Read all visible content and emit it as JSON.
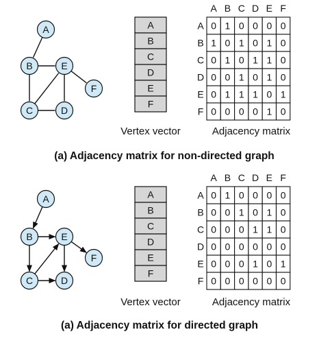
{
  "colors": {
    "node_fill": "#cfe9f6",
    "stroke": "#111111",
    "vector_fill": "#d6d6d6"
  },
  "sections": [
    {
      "caption": "(a) Adjacency matrix for non-directed graph",
      "directed": false,
      "graph": {
        "nodes": [
          "A",
          "B",
          "C",
          "D",
          "E",
          "F"
        ],
        "edges": [
          [
            "A",
            "B"
          ],
          [
            "B",
            "E"
          ],
          [
            "B",
            "C"
          ],
          [
            "C",
            "E"
          ],
          [
            "C",
            "D"
          ],
          [
            "E",
            "D"
          ],
          [
            "E",
            "F"
          ]
        ]
      },
      "vertex_vector": {
        "label": "Vertex vector",
        "items": [
          "A",
          "B",
          "C",
          "D",
          "E",
          "F"
        ]
      },
      "matrix": {
        "label": "Adjacency matrix",
        "col_headers": [
          "A",
          "B",
          "C",
          "D",
          "E",
          "F"
        ],
        "row_headers": [
          "A",
          "B",
          "C",
          "D",
          "E",
          "F"
        ],
        "rows": [
          [
            "0",
            "1",
            "0",
            "0",
            "0",
            "0"
          ],
          [
            "1",
            "0",
            "1",
            "0",
            "1",
            "0"
          ],
          [
            "0",
            "1",
            "0",
            "1",
            "1",
            "0"
          ],
          [
            "0",
            "0",
            "1",
            "0",
            "1",
            "0"
          ],
          [
            "0",
            "1",
            "1",
            "1",
            "0",
            "1"
          ],
          [
            "0",
            "0",
            "0",
            "0",
            "1",
            "0"
          ]
        ]
      }
    },
    {
      "caption": "(a) Adjacency matrix for directed graph",
      "directed": true,
      "graph": {
        "nodes": [
          "A",
          "B",
          "C",
          "D",
          "E",
          "F"
        ],
        "edges": [
          [
            "A",
            "B"
          ],
          [
            "B",
            "E"
          ],
          [
            "B",
            "C"
          ],
          [
            "C",
            "E"
          ],
          [
            "C",
            "D"
          ],
          [
            "E",
            "D"
          ],
          [
            "E",
            "F"
          ]
        ]
      },
      "vertex_vector": {
        "label": "Vertex vector",
        "items": [
          "A",
          "B",
          "C",
          "D",
          "E",
          "F"
        ]
      },
      "matrix": {
        "label": "Adjacency matrix",
        "col_headers": [
          "A",
          "B",
          "C",
          "D",
          "E",
          "F"
        ],
        "row_headers": [
          "A",
          "B",
          "C",
          "D",
          "E",
          "F"
        ],
        "rows": [
          [
            "0",
            "1",
            "0",
            "0",
            "0",
            "0"
          ],
          [
            "0",
            "0",
            "1",
            "0",
            "1",
            "0"
          ],
          [
            "0",
            "0",
            "0",
            "1",
            "1",
            "0"
          ],
          [
            "0",
            "0",
            "0",
            "0",
            "0",
            "0"
          ],
          [
            "0",
            "0",
            "0",
            "1",
            "0",
            "1"
          ],
          [
            "0",
            "0",
            "0",
            "0",
            "0",
            "0"
          ]
        ]
      }
    }
  ]
}
